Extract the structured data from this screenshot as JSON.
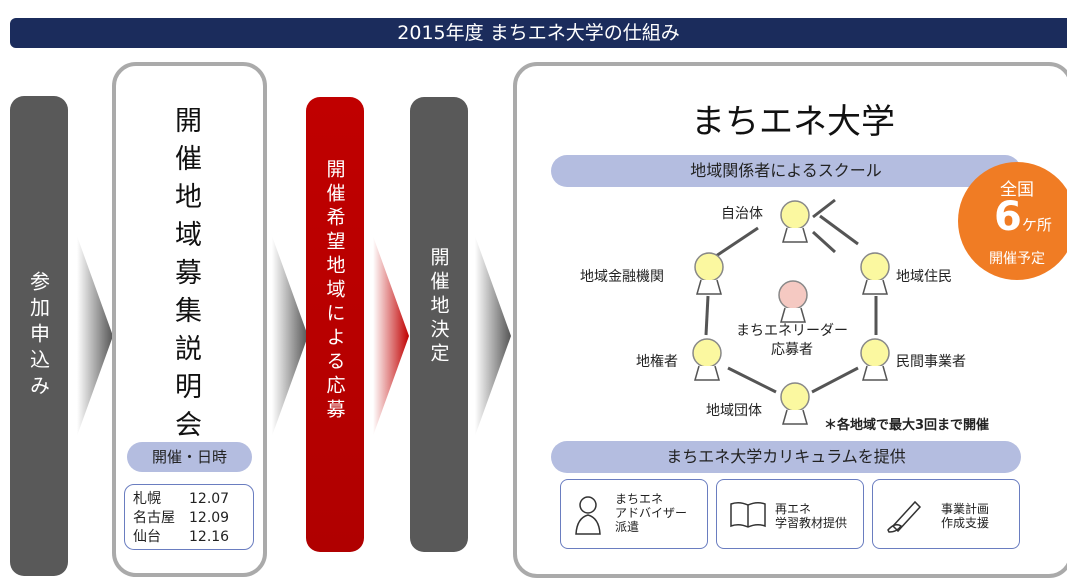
{
  "title": "2015年度 まちエネ大学の仕組み",
  "steps": {
    "apply": "参加申込み",
    "briefing": "開催地域募集説明会",
    "application": "開催希望地域による応募",
    "decision": "開催地決定"
  },
  "schedule": {
    "header": "開催・日時",
    "rows": [
      {
        "city": "札幌",
        "date": "12.07"
      },
      {
        "city": "名古屋",
        "date": "12.09"
      },
      {
        "city": "仙台",
        "date": "12.16"
      }
    ]
  },
  "university": {
    "title": "まちエネ大学",
    "school_header": "地域関係者によるスクール",
    "center": "まちエネリーダー\n応募者",
    "nodes": {
      "top": "自治体",
      "upper_left": "地域金融機関",
      "upper_right": "地域住民",
      "lower_left": "地権者",
      "lower_right": "民間事業者",
      "bottom": "地域団体"
    },
    "note": "＊各地域で最大3回まで開催",
    "curriculum_header": "まちエネ大学カリキュラムを提供",
    "curriculum": [
      {
        "label": "まちエネ\nアドバイザー\n派遣",
        "icon": "person-icon"
      },
      {
        "label": "再エネ\n学習教材提供",
        "icon": "book-icon"
      },
      {
        "label": "事業計画\n作成支援",
        "icon": "pen-icon"
      }
    ]
  },
  "badge": {
    "line1": "全国",
    "number": "6",
    "unit": "ケ所",
    "line3": "開催予定"
  },
  "colors": {
    "navy": "#1b2c5c",
    "grey": "#595959",
    "red": "#c00000",
    "pill": "#b4bde0",
    "node": "#fbf8a0",
    "center_node": "#f5c9c2",
    "badge": "#f07c24"
  }
}
